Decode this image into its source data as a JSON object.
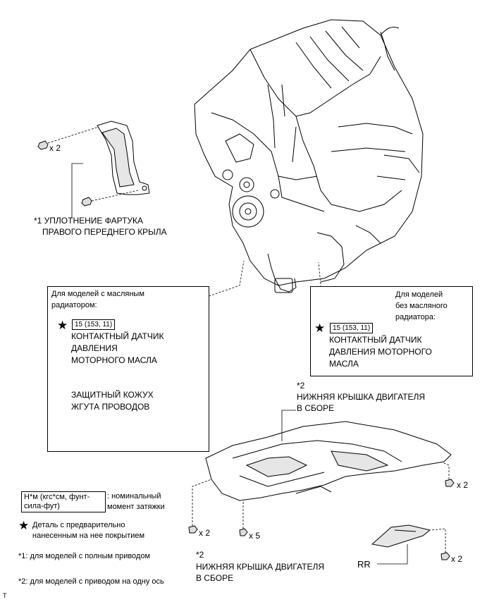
{
  "parts": {
    "p1_label_line1": "*1 УПЛОТНЕНИЕ ФАРТУКА",
    "p1_label_line2": "ПРАВОГО ПЕРЕДНЕГО КРЫЛА",
    "p1_bolt_qty": "x 2",
    "left_box_title_line1": "Для моделей с масляным",
    "left_box_title_line2": "радиатором:",
    "left_torque": "15 (153, 11)",
    "left_sensor_line1": "КОНТАКТНЫЙ ДАТЧИК",
    "left_sensor_line2": "ДАВЛЕНИЯ",
    "left_sensor_line3": "МОТОРНОГО МАСЛА",
    "protector_line1": "ЗАЩИТНЫЙ КОЖУХ",
    "protector_line2": "ЖГУТА ПРОВОДОВ",
    "right_box_title_line1": "Для моделей",
    "right_box_title_line2": "без масляного",
    "right_box_title_line3": "радиатора:",
    "right_torque": "15 (153, 11)",
    "right_sensor_line1": "КОНТАКТНЫЙ ДАТЧИК",
    "right_sensor_line2": "ДАВЛЕНИЯ МОТОРНОГО",
    "right_sensor_line3": "МАСЛА",
    "cover_top_note": "*2",
    "cover_top_line1": "НИЖНЯЯ КРЫШКА ДВИГАТЕЛЯ",
    "cover_top_line2": "В СБОРЕ",
    "qty_right_upper": "x 2",
    "qty_left_lower": "x 2",
    "qty_center": "x 5",
    "qty_right_lower": "x 2",
    "rr": "RR",
    "cover_bottom_note": "*2",
    "cover_bottom_line1": "НИЖНЯЯ КРЫШКА ДВИГАТЕЛЯ",
    "cover_bottom_line2": "В СБОРЕ"
  },
  "legend": {
    "torque_box_line1": "Н*м (кгс*см, фунт-",
    "torque_box_line2": "сила-фут)",
    "torque_desc_line1": ": номинальный",
    "torque_desc_line2": "момент затяжки",
    "precoat_line1": "Деталь с предварительно",
    "precoat_line2": "нанесенным на нее покрытием",
    "note1": "*1: для моделей с полным приводом",
    "note2": "*2: для моделей с приводом на одну ось"
  },
  "corner_mark": "T",
  "star_symbol": "★"
}
